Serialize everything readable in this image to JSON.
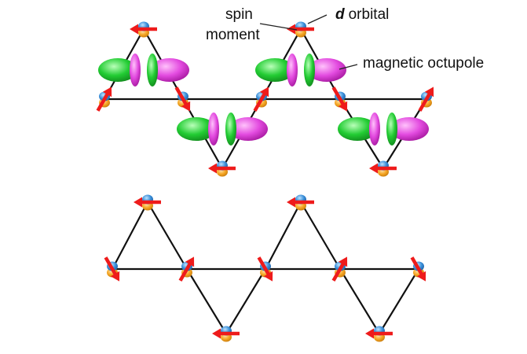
{
  "labels": {
    "spin_moment_line1": "spin",
    "spin_moment_line2": "moment",
    "d_orbital_letter": "d",
    "d_orbital_word": "orbital",
    "magnetic_octupole": "magnetic octupole"
  },
  "colors": {
    "bond": "#111111",
    "spin_arrow": "#ee1b1b",
    "orbital_blue": "#3a8fd9",
    "orbital_orange": "#f5a623",
    "octupole_green": "#22cc33",
    "octupole_magenta": "#e34be0"
  }
}
